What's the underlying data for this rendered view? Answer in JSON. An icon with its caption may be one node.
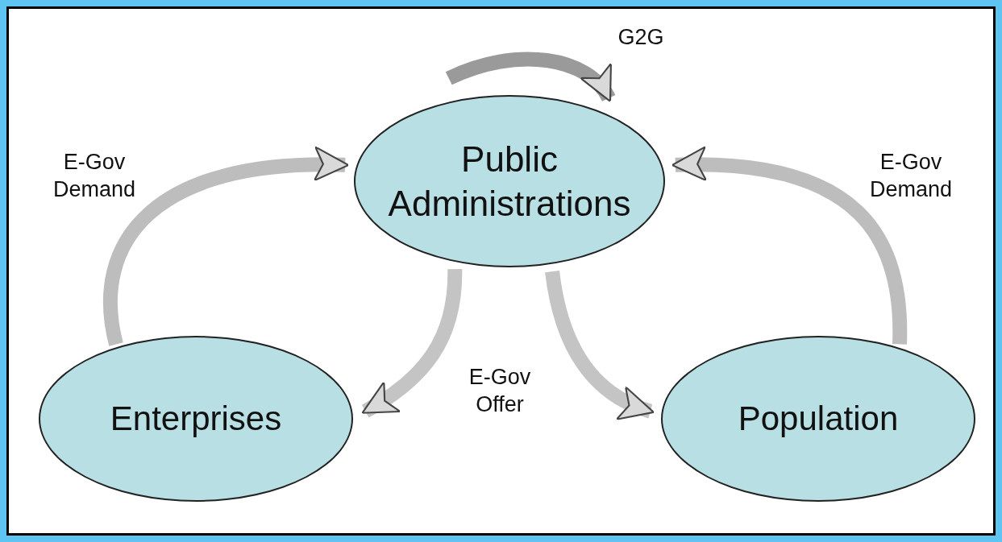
{
  "diagram": {
    "nodes": [
      {
        "text": [
          "Public Administrations"
        ]
      },
      {
        "text": [
          "Enterprises"
        ]
      },
      {
        "text": [
          "Population"
        ]
      }
    ],
    "edges": [
      {
        "from": 0,
        "to": 0,
        "arrow": "to",
        "label": "G2G"
      },
      {
        "from": 1,
        "to": 0,
        "arrow": "to",
        "label": "E-Gov Demand"
      },
      {
        "from": 2,
        "to": 0,
        "arrow": "to",
        "label": "E-Gov Demand"
      },
      {
        "from": 0,
        "to": 1,
        "arrow": "to",
        "label": "E-Gov Offer"
      },
      {
        "from": 0,
        "to": 2,
        "arrow": "to"
      }
    ]
  }
}
